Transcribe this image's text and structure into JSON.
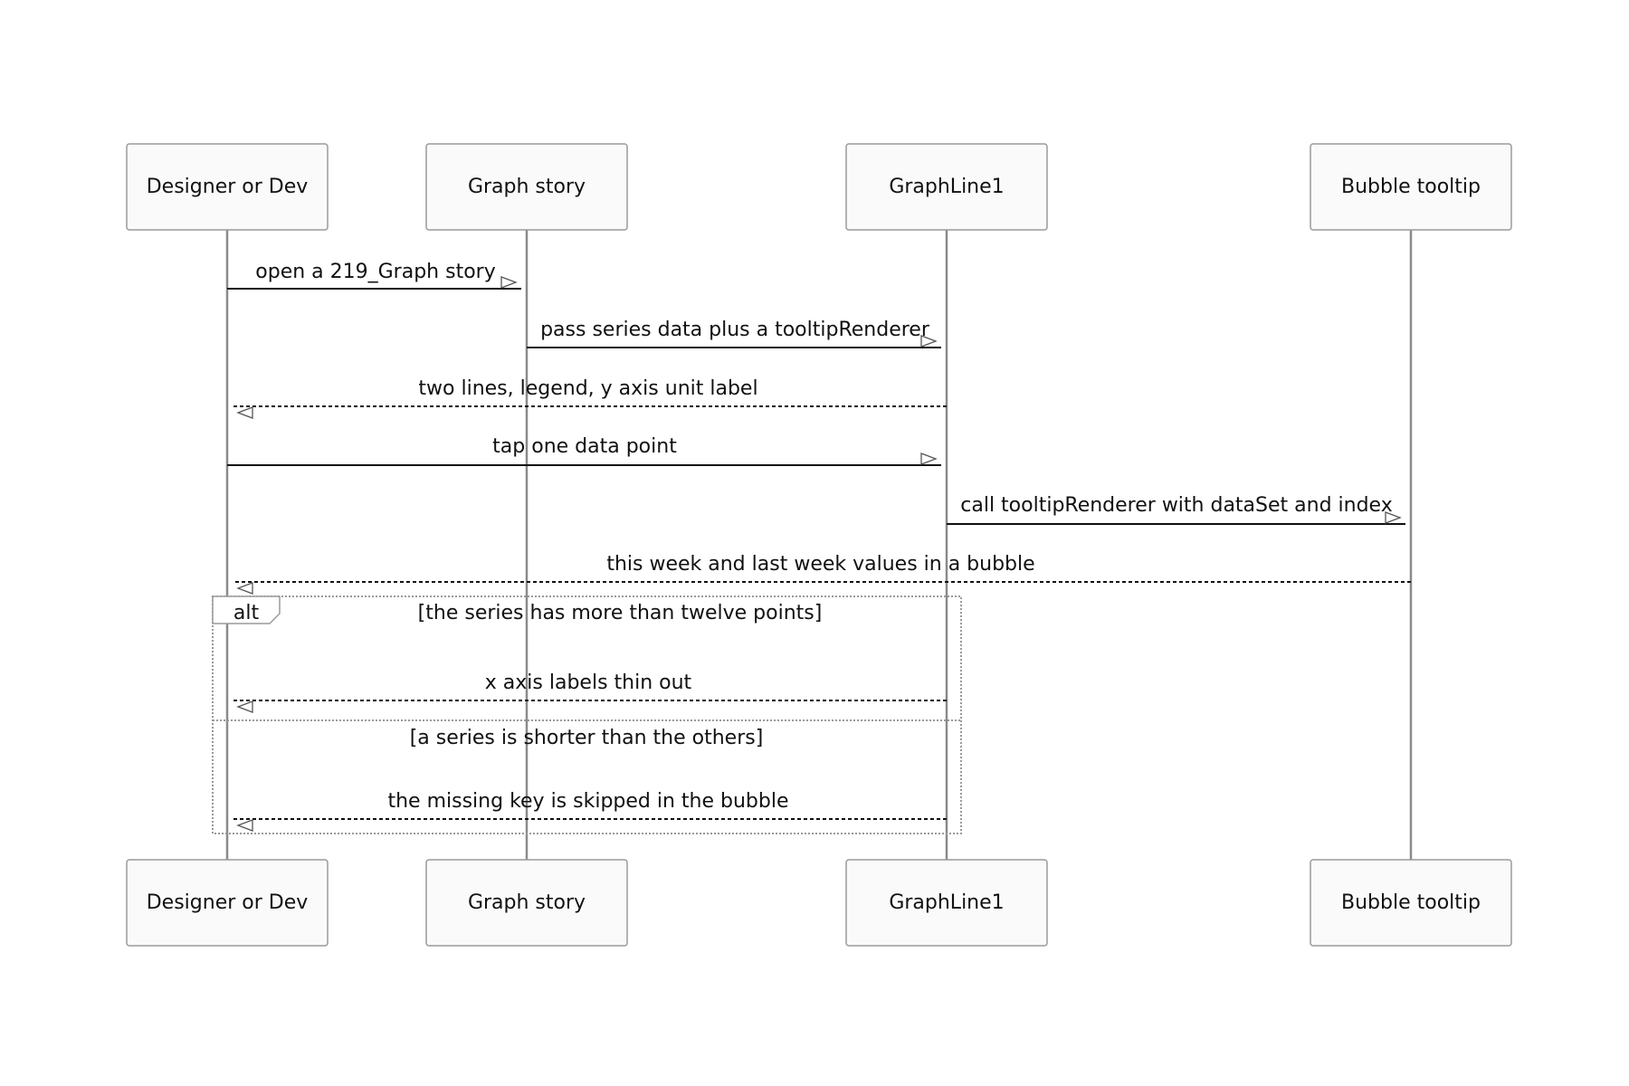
{
  "participants": [
    {
      "id": "dev",
      "label": "Designer or Dev"
    },
    {
      "id": "story",
      "label": "Graph story"
    },
    {
      "id": "line",
      "label": "GraphLine1"
    },
    {
      "id": "bubble",
      "label": "Bubble tooltip"
    }
  ],
  "messages": [
    {
      "from": "dev",
      "to": "story",
      "text": "open a 219_Graph story",
      "style": "solid"
    },
    {
      "from": "story",
      "to": "line",
      "text": "pass series data plus a tooltipRenderer",
      "style": "solid"
    },
    {
      "from": "line",
      "to": "dev",
      "text": "two lines, legend, y axis unit label",
      "style": "dashed"
    },
    {
      "from": "dev",
      "to": "line",
      "text": "tap one data point",
      "style": "solid"
    },
    {
      "from": "line",
      "to": "bubble",
      "text": "call tooltipRenderer with dataSet and index",
      "style": "solid"
    },
    {
      "from": "bubble",
      "to": "dev",
      "text": "this week and last week values in a bubble",
      "style": "dashed"
    }
  ],
  "alt_frame": {
    "label": "alt",
    "branches": [
      {
        "condition": "[the series has more than twelve points]",
        "messages": [
          {
            "from": "line",
            "to": "dev",
            "text": "x axis labels thin out",
            "style": "dashed"
          }
        ]
      },
      {
        "condition": "[a series is shorter than the others]",
        "messages": [
          {
            "from": "line",
            "to": "dev",
            "text": "the missing key is skipped in the bubble",
            "style": "dashed"
          }
        ]
      }
    ]
  }
}
